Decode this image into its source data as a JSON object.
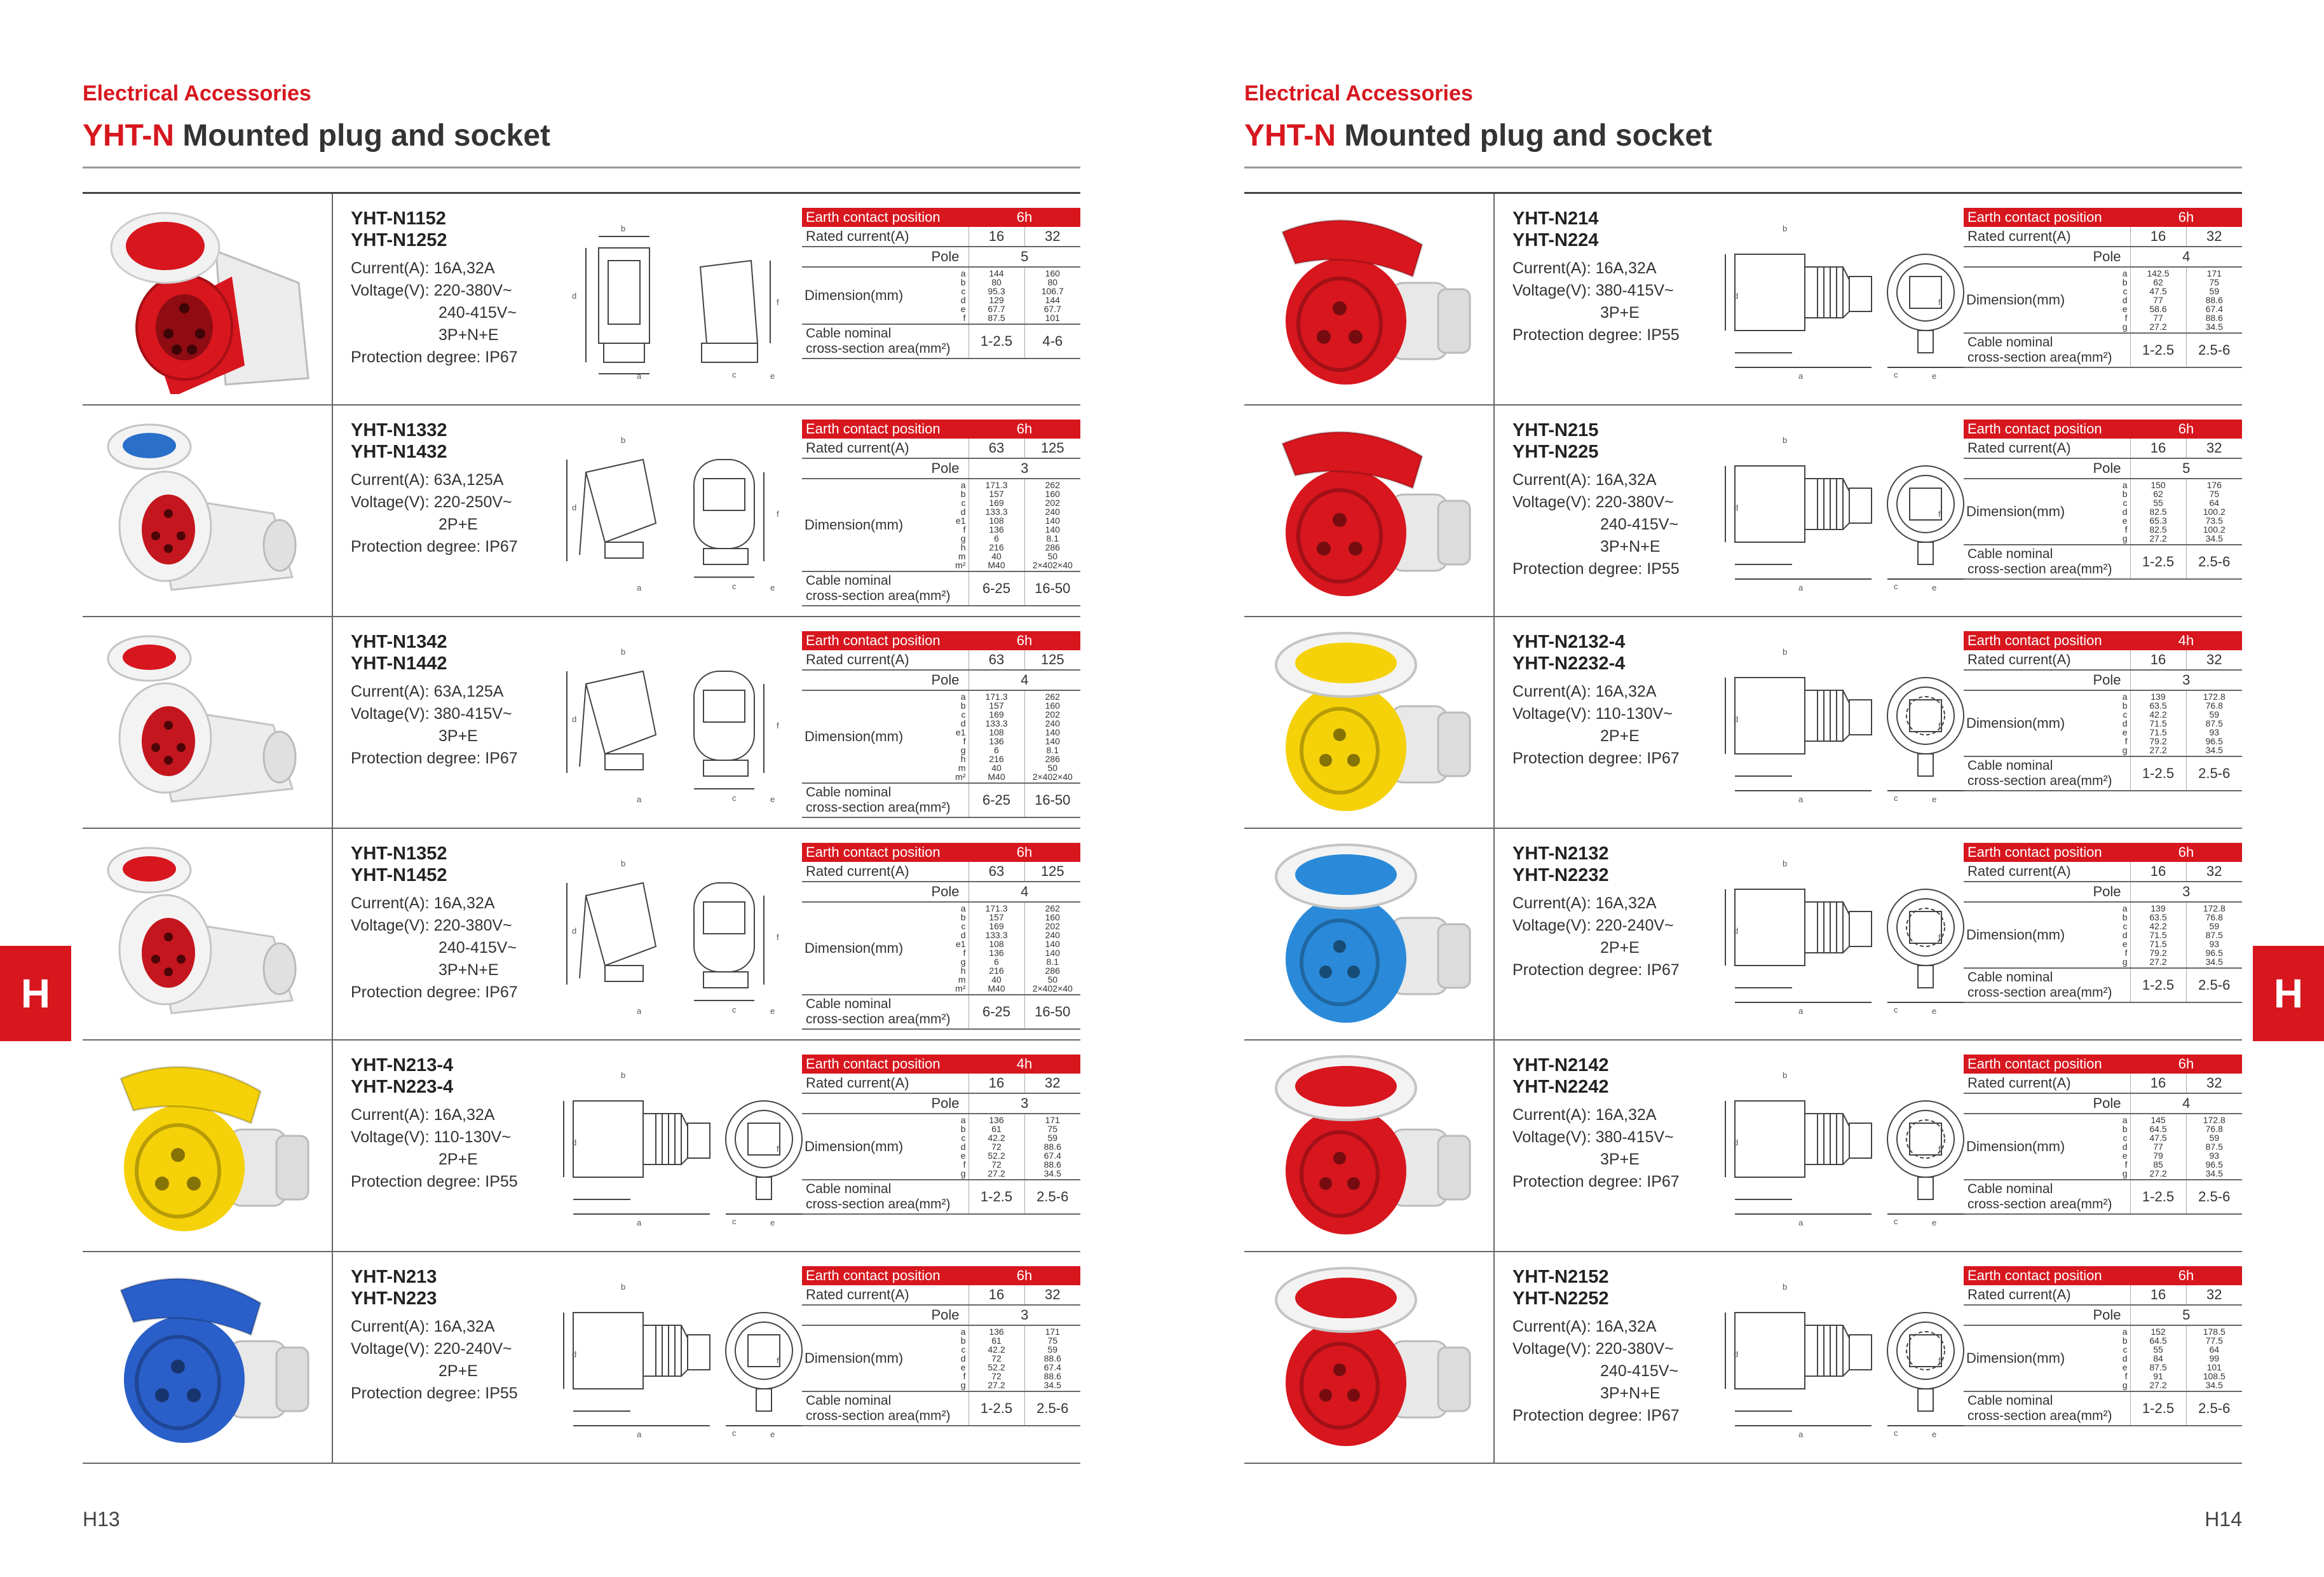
{
  "tabs": {
    "left": "H",
    "right": "H"
  },
  "pages": [
    {
      "category": "Electrical Accessories",
      "title_prefix": "YHT-N",
      "title_rest": " Mounted plug and socket",
      "page_number": "H13",
      "products": [
        {
          "models": [
            "YHT-N1152",
            "YHT-N1252"
          ],
          "specs": [
            "Current(A): 16A,32A",
            "Voltage(V): 220-380V~",
            "240-415V~",
            "3P+N+E",
            "Protection degree: IP67"
          ],
          "indent": [
            false,
            false,
            true,
            true,
            false
          ],
          "earth": "6h",
          "rated": [
            "16",
            "32"
          ],
          "pole": "5",
          "dim_labels": "a\nb\nc\nd\ne\nf",
          "dim_a": "144\n80\n95.3\n129\n67.7\n87.5",
          "dim_b": "160\n80\n106.7\n144\n67.7\n101",
          "cable": [
            "1-2.5",
            "4-6"
          ],
          "shape": "wallbox",
          "color": "#d7161e",
          "lid": "#d7161e",
          "drawing": "box"
        },
        {
          "models": [
            "YHT-N1332",
            "YHT-N1432"
          ],
          "specs": [
            "Current(A): 63A,125A",
            "Voltage(V): 220-250V~",
            "2P+E",
            "Protection degree: IP67"
          ],
          "indent": [
            false,
            false,
            true,
            false
          ],
          "earth": "6h",
          "rated": [
            "63",
            "125"
          ],
          "pole": "3",
          "dim_labels": "a\nb\nc\nd\ne1\nf\ng\nh\nm\nm²",
          "dim_a": "171.3\n157\n169\n133.3\n108\n136\n6\n216\n40\nM40",
          "dim_b": "262\n160\n202\n240\n140\n140\n8.1\n286\n50\n2×402×40",
          "cable": [
            "6-25",
            "16-50"
          ],
          "shape": "angled",
          "color": "#e8e8e8",
          "lid": "#2a6fc9",
          "drawing": "angled"
        },
        {
          "models": [
            "YHT-N1342",
            "YHT-N1442"
          ],
          "specs": [
            "Current(A): 63A,125A",
            "Voltage(V): 380-415V~",
            "3P+E",
            "Protection degree: IP67"
          ],
          "indent": [
            false,
            false,
            true,
            false
          ],
          "earth": "6h",
          "rated": [
            "63",
            "125"
          ],
          "pole": "4",
          "dim_labels": "a\nb\nc\nd\ne1\nf\ng\nh\nm\nm²",
          "dim_a": "171.3\n157\n169\n133.3\n108\n136\n6\n216\n40\nM40",
          "dim_b": "262\n160\n202\n240\n140\n140\n8.1\n286\n50\n2×402×40",
          "cable": [
            "6-25",
            "16-50"
          ],
          "shape": "angled",
          "color": "#e8e8e8",
          "lid": "#d7161e",
          "drawing": "angled"
        },
        {
          "models": [
            "YHT-N1352",
            "YHT-N1452"
          ],
          "specs": [
            "Current(A): 16A,32A",
            "Voltage(V): 220-380V~",
            "240-415V~",
            "3P+N+E",
            "Protection degree: IP67"
          ],
          "indent": [
            false,
            false,
            true,
            true,
            false
          ],
          "earth": "6h",
          "rated": [
            "63",
            "125"
          ],
          "pole": "4",
          "dim_labels": "a\nb\nc\nd\ne1\nf\ng\nh\nm\nm²",
          "dim_a": "171.3\n157\n169\n133.3\n108\n136\n6\n216\n40\nM40",
          "dim_b": "262\n160\n202\n240\n140\n140\n8.1\n286\n50\n2×402×40",
          "cable": [
            "6-25",
            "16-50"
          ],
          "shape": "angled",
          "color": "#e8e8e8",
          "lid": "#d7161e",
          "drawing": "angled"
        },
        {
          "models": [
            "YHT-N213-4",
            "YHT-N223-4"
          ],
          "specs": [
            "Current(A): 16A,32A",
            "Voltage(V): 110-130V~",
            "2P+E",
            "Protection degree: IP55"
          ],
          "indent": [
            false,
            false,
            true,
            false
          ],
          "earth": "4h",
          "rated": [
            "16",
            "32"
          ],
          "pole": "3",
          "dim_labels": "a\nb\nc\nd\ne\nf\ng",
          "dim_a": "136\n61\n42.2\n72\n52.2\n72\n27.2",
          "dim_b": "171\n75\n59\n88.6\n67.4\n88.6\n34.5",
          "cable": [
            "1-2.5",
            "2.5-6"
          ],
          "shape": "flap",
          "color": "#f5d10a",
          "lid": "#f5d10a",
          "drawing": "coupler"
        },
        {
          "models": [
            "YHT-N213",
            "YHT-N223"
          ],
          "specs": [
            "Current(A): 16A,32A",
            "Voltage(V): 220-240V~",
            "2P+E",
            "Protection degree: IP55"
          ],
          "indent": [
            false,
            false,
            true,
            false
          ],
          "earth": "6h",
          "rated": [
            "16",
            "32"
          ],
          "pole": "3",
          "dim_labels": "a\nb\nc\nd\ne\nf\ng",
          "dim_a": "136\n61\n42.2\n72\n52.2\n72\n27.2",
          "dim_b": "171\n75\n59\n88.6\n67.4\n88.6\n34.5",
          "cable": [
            "1-2.5",
            "2.5-6"
          ],
          "shape": "flap",
          "color": "#2a5fc9",
          "lid": "#2a5fc9",
          "drawing": "coupler"
        }
      ]
    },
    {
      "category": "Electrical Accessories",
      "title_prefix": "YHT-N",
      "title_rest": " Mounted plug and socket",
      "page_number": "H14",
      "products": [
        {
          "models": [
            "YHT-N214",
            "YHT-N224"
          ],
          "specs": [
            "Current(A): 16A,32A",
            "Voltage(V): 380-415V~",
            "3P+E",
            "Protection degree: IP55"
          ],
          "indent": [
            false,
            false,
            true,
            false
          ],
          "earth": "6h",
          "rated": [
            "16",
            "32"
          ],
          "pole": "4",
          "dim_labels": "a\nb\nc\nd\ne\nf\ng",
          "dim_a": "142.5\n62\n47.5\n77\n58.6\n77\n27.2",
          "dim_b": "171\n75\n59\n88.6\n67.4\n88.6\n34.5",
          "cable": [
            "1-2.5",
            "2.5-6"
          ],
          "shape": "flap",
          "color": "#d7161e",
          "lid": "#d7161e",
          "drawing": "coupler"
        },
        {
          "models": [
            "YHT-N215",
            "YHT-N225"
          ],
          "specs": [
            "Current(A): 16A,32A",
            "Voltage(V): 220-380V~",
            "240-415V~",
            "3P+N+E",
            "Protection degree: IP55"
          ],
          "indent": [
            false,
            false,
            true,
            true,
            false
          ],
          "earth": "6h",
          "rated": [
            "16",
            "32"
          ],
          "pole": "5",
          "dim_labels": "a\nb\nc\nd\ne\nf\ng",
          "dim_a": "150\n62\n55\n82.5\n65.3\n82.5\n27.2",
          "dim_b": "176\n75\n64\n100.2\n73.5\n100.2\n34.5",
          "cable": [
            "1-2.5",
            "2.5-6"
          ],
          "shape": "flap",
          "color": "#d7161e",
          "lid": "#d7161e",
          "drawing": "coupler"
        },
        {
          "models": [
            "YHT-N2132-4",
            "YHT-N2232-4"
          ],
          "specs": [
            "Current(A): 16A,32A",
            "Voltage(V): 110-130V~",
            "2P+E",
            "Protection degree: IP67"
          ],
          "indent": [
            false,
            false,
            true,
            false
          ],
          "earth": "4h",
          "rated": [
            "16",
            "32"
          ],
          "pole": "3",
          "dim_labels": "a\nb\nc\nd\ne\nf\ng",
          "dim_a": "139\n63.5\n42.2\n71.5\n71.5\n79.2\n27.2",
          "dim_b": "172.8\n76.8\n59\n87.5\n93\n96.5\n34.5",
          "cable": [
            "1-2.5",
            "2.5-6"
          ],
          "shape": "ring",
          "color": "#f5d10a",
          "lid": "#f5d10a",
          "drawing": "coupler2"
        },
        {
          "models": [
            "YHT-N2132",
            "YHT-N2232"
          ],
          "specs": [
            "Current(A): 16A,32A",
            "Voltage(V): 220-240V~",
            "2P+E",
            "Protection degree: IP67"
          ],
          "indent": [
            false,
            false,
            true,
            false
          ],
          "earth": "6h",
          "rated": [
            "16",
            "32"
          ],
          "pole": "3",
          "dim_labels": "a\nb\nc\nd\ne\nf\ng",
          "dim_a": "139\n63.5\n42.2\n71.5\n71.5\n79.2\n27.2",
          "dim_b": "172.8\n76.8\n59\n87.5\n93\n96.5\n34.5",
          "cable": [
            "1-2.5",
            "2.5-6"
          ],
          "shape": "ring",
          "color": "#2a8ad9",
          "lid": "#2a8ad9",
          "drawing": "coupler2"
        },
        {
          "models": [
            "YHT-N2142",
            "YHT-N2242"
          ],
          "specs": [
            "Current(A): 16A,32A",
            "Voltage(V): 380-415V~",
            "3P+E",
            "Protection degree: IP67"
          ],
          "indent": [
            false,
            false,
            true,
            false
          ],
          "earth": "6h",
          "rated": [
            "16",
            "32"
          ],
          "pole": "4",
          "dim_labels": "a\nb\nc\nd\ne\nf\ng",
          "dim_a": "145\n64.5\n47.5\n77\n79\n85\n27.2",
          "dim_b": "172.8\n76.8\n59\n87.5\n93\n96.5\n34.5",
          "cable": [
            "1-2.5",
            "2.5-6"
          ],
          "shape": "ring",
          "color": "#d7161e",
          "lid": "#d7161e",
          "drawing": "coupler2"
        },
        {
          "models": [
            "YHT-N2152",
            "YHT-N2252"
          ],
          "specs": [
            "Current(A): 16A,32A",
            "Voltage(V): 220-380V~",
            "240-415V~",
            "3P+N+E",
            "Protection degree: IP67"
          ],
          "indent": [
            false,
            false,
            true,
            true,
            false
          ],
          "earth": "6h",
          "rated": [
            "16",
            "32"
          ],
          "pole": "5",
          "dim_labels": "a\nb\nc\nd\ne\nf\ng",
          "dim_a": "152\n64.5\n55\n84\n87.5\n91\n27.2",
          "dim_b": "178.5\n77.5\n64\n99\n101\n108.5\n34.5",
          "cable": [
            "1-2.5",
            "2.5-6"
          ],
          "shape": "ring",
          "color": "#d7161e",
          "lid": "#d7161e",
          "drawing": "coupler2"
        }
      ]
    }
  ],
  "table_labels": {
    "earth": "Earth contact position",
    "rated": "Rated current(A)",
    "pole": "Pole",
    "dimension": "Dimension(mm)",
    "cable1": "Cable nominal",
    "cable2": "cross-section area(mm²)"
  }
}
